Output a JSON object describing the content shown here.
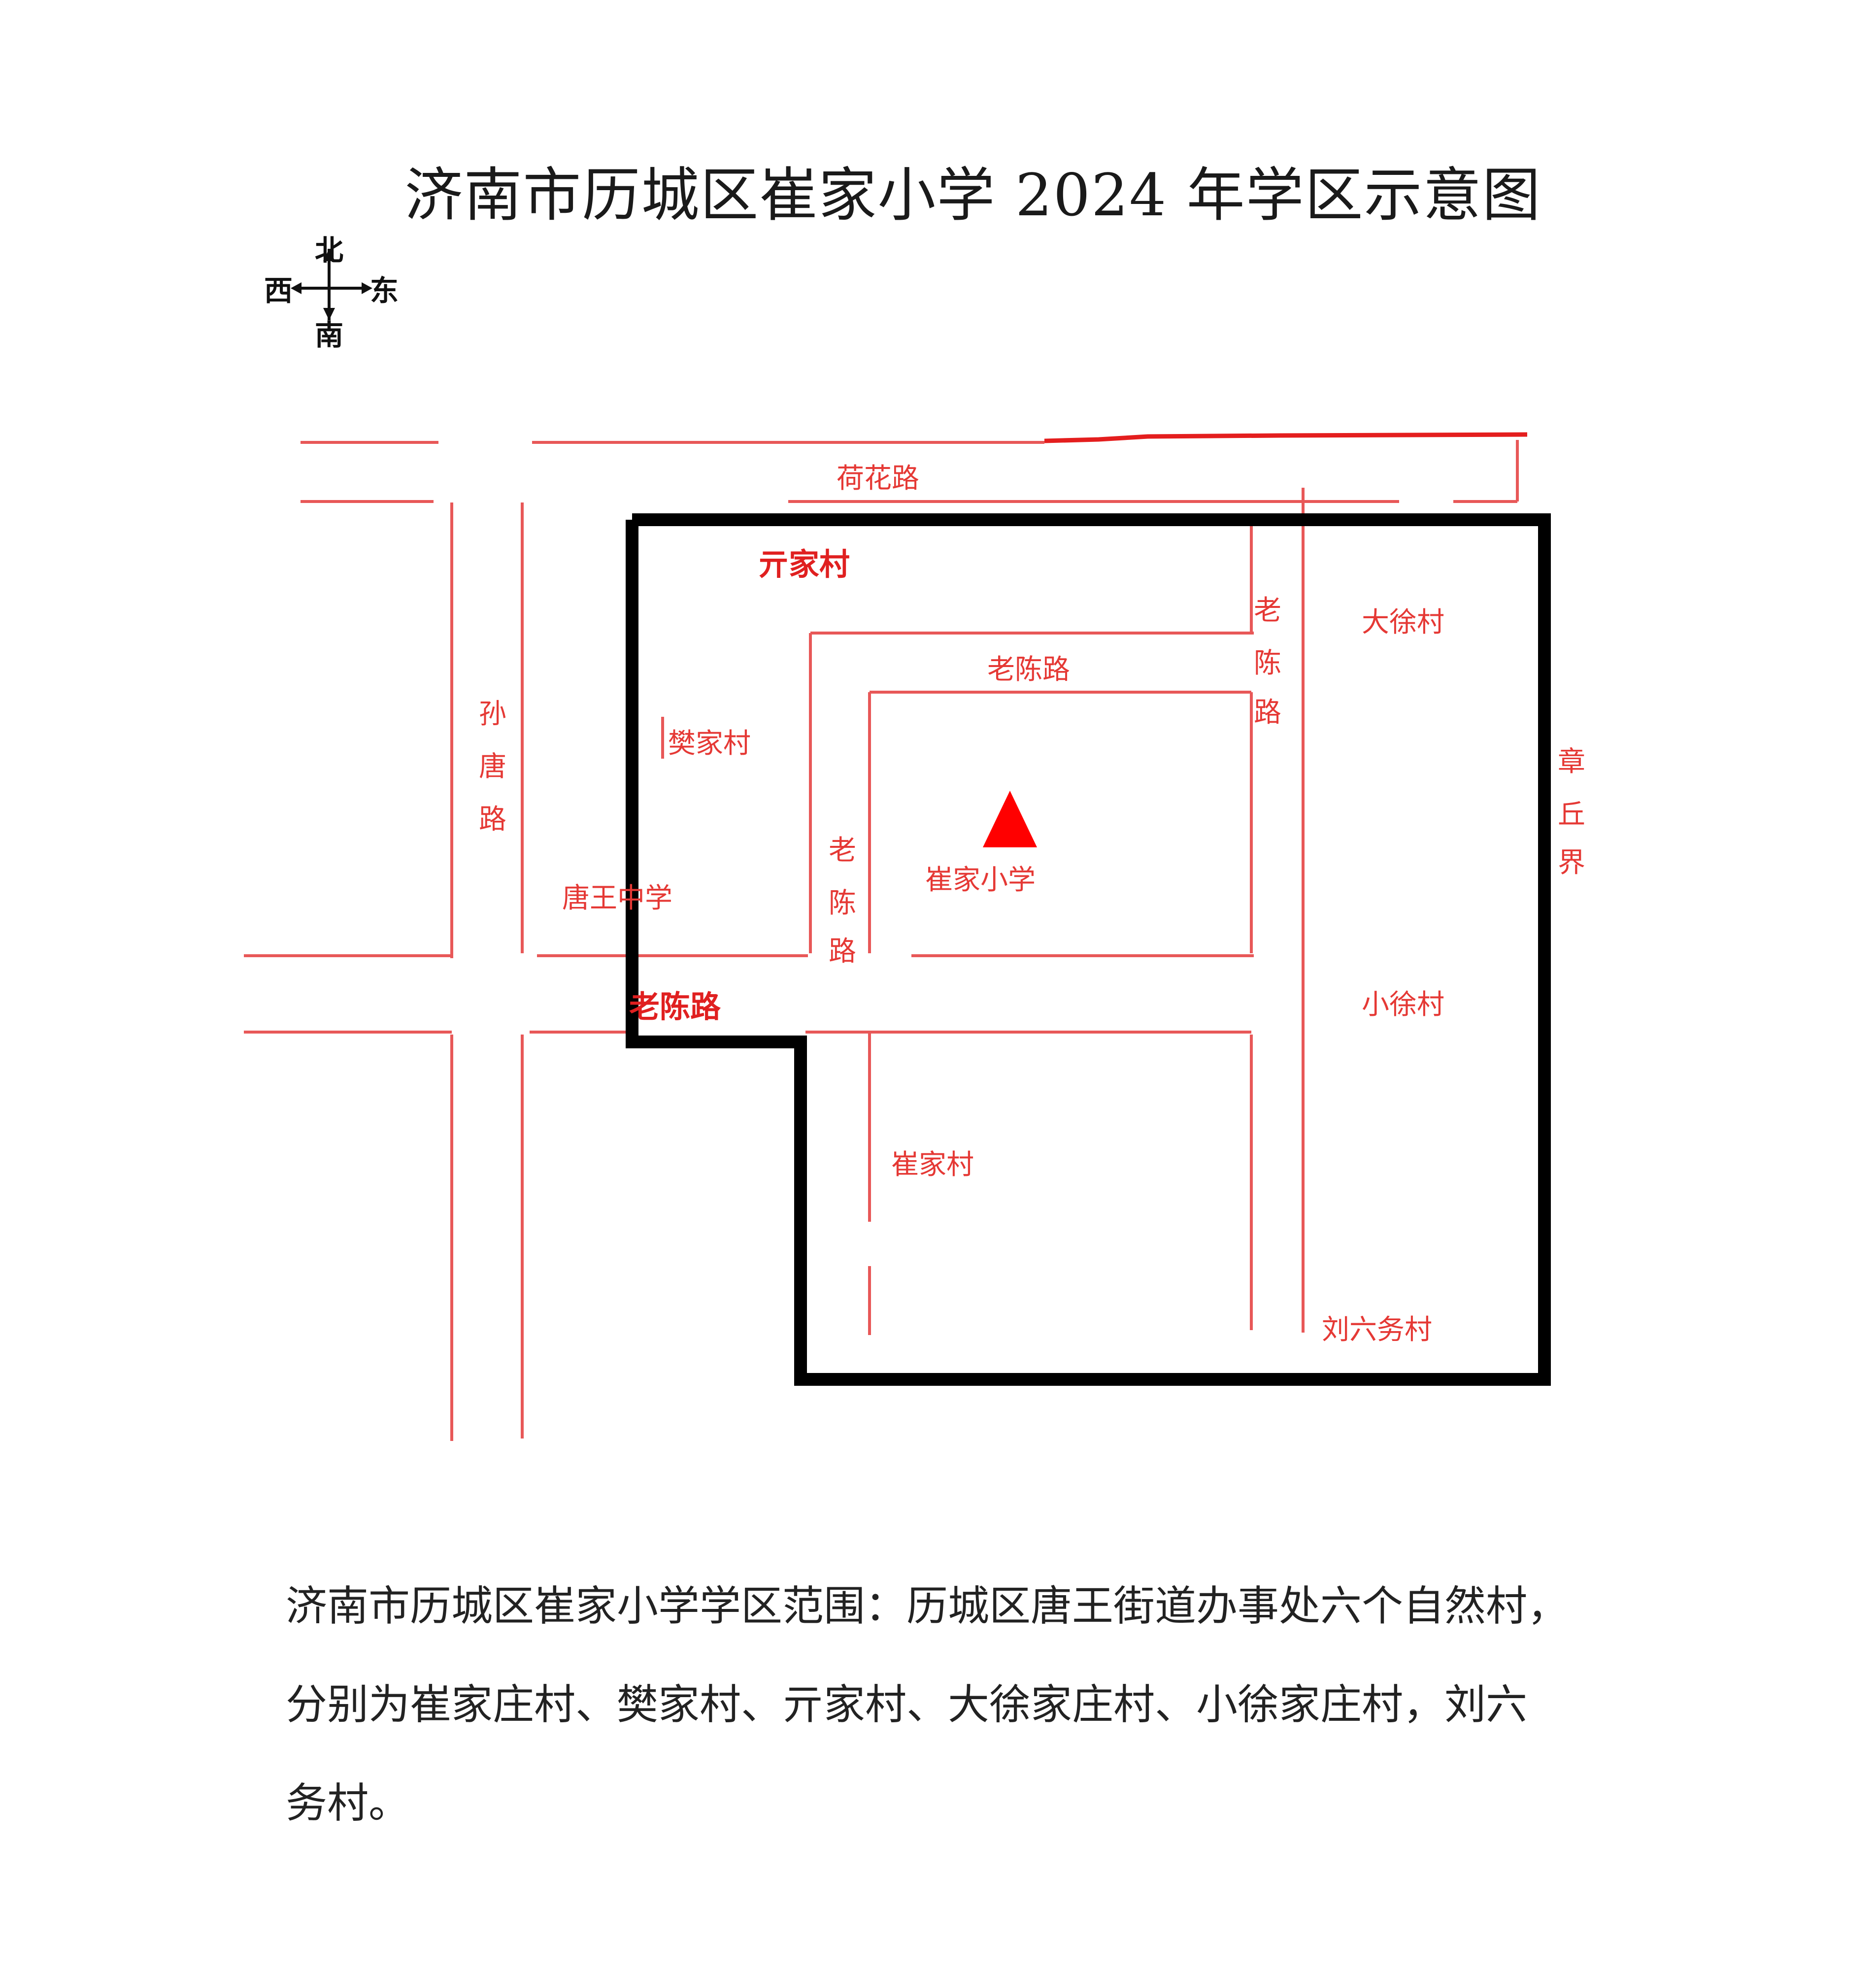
{
  "title": "济南市历城区崔家小学 2024 年学区示意图",
  "compass": {
    "north": "北",
    "south": "南",
    "west": "西",
    "east": "东"
  },
  "roads": {
    "hehua": "荷花路",
    "suntang": [
      "孙",
      "唐",
      "路"
    ],
    "laochen_top": "老陈路",
    "laochen_vert_right": [
      "老",
      "陈",
      "路"
    ],
    "laochen_vert_mid": [
      "老",
      "陈",
      "路"
    ],
    "laochen_main": "老陈路",
    "zhangqiu": [
      "章",
      "丘",
      "界"
    ]
  },
  "places": {
    "qijia": "亓家村",
    "fanjia": "樊家村",
    "dazu": "大徐村",
    "school": "崔家小学",
    "tangwang": "唐王中学",
    "xiaoxu": "小徐村",
    "cuijia": "崔家村",
    "liuliu": "刘六务村"
  },
  "colors": {
    "road": "#e53935",
    "boundary": "#000000",
    "school_marker": "#ff0000"
  },
  "description": {
    "line1": "济南市历城区崔家小学学区范围：历城区唐王街道办事处六个自然村，",
    "line2": "分别为崔家庄村、樊家村、亓家村、大徐家庄村、小徐家庄村，刘六",
    "line3": "务村。"
  }
}
